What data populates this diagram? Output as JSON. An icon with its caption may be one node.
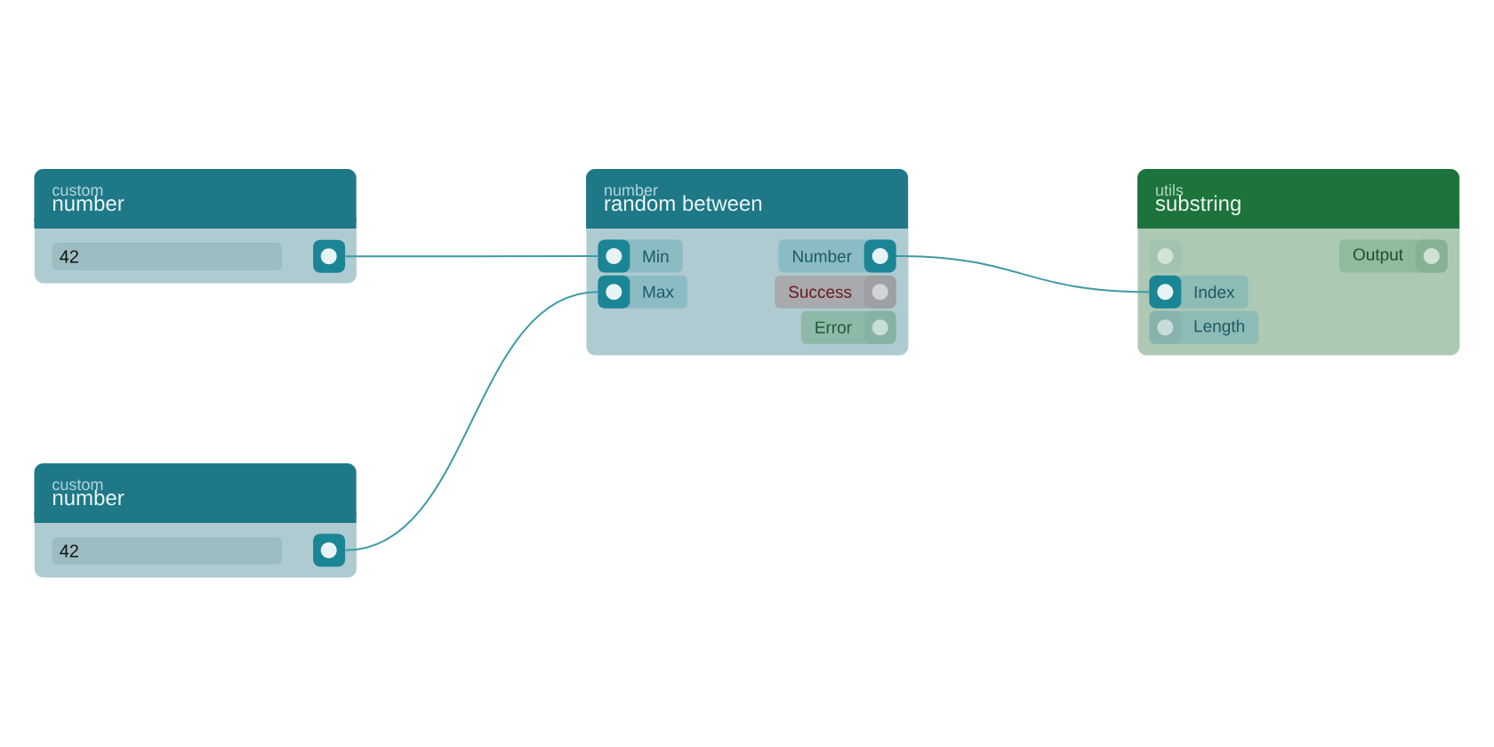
{
  "diagram": {
    "nodes": [
      {
        "text": [
          "custom",
          "number"
        ]
      },
      {
        "text": [
          "42"
        ],
        "in": 0
      },
      {
        "text": [],
        "shape": "box",
        "in": 0
      },
      {
        "text": [
          "number",
          "random between"
        ]
      },
      {
        "text": [
          "Min"
        ],
        "in": 3
      },
      {
        "text": [
          "Max"
        ],
        "in": 3
      },
      {
        "text": [
          "Number"
        ],
        "in": 3
      },
      {
        "text": [
          "Success"
        ],
        "in": 3
      },
      {
        "text": [
          "Error"
        ],
        "in": 3
      },
      {
        "text": [
          "utils",
          "substring"
        ]
      },
      {
        "text": [],
        "shape": "box",
        "in": 9
      },
      {
        "text": [
          "Output"
        ],
        "in": 9
      },
      {
        "text": [
          "Index"
        ],
        "in": 9
      },
      {
        "text": [
          "Length"
        ],
        "in": 9
      },
      {
        "text": [
          "custom",
          "number"
        ]
      },
      {
        "text": [
          "42"
        ],
        "in": 14
      },
      {
        "text": [],
        "shape": "box",
        "in": 14
      }
    ],
    "edges": [
      {
        "from": 2,
        "to": 4,
        "arrow": "none"
      },
      {
        "from": 16,
        "to": 5,
        "arrow": "none"
      },
      {
        "from": 6,
        "to": 12,
        "arrow": "none"
      }
    ]
  }
}
